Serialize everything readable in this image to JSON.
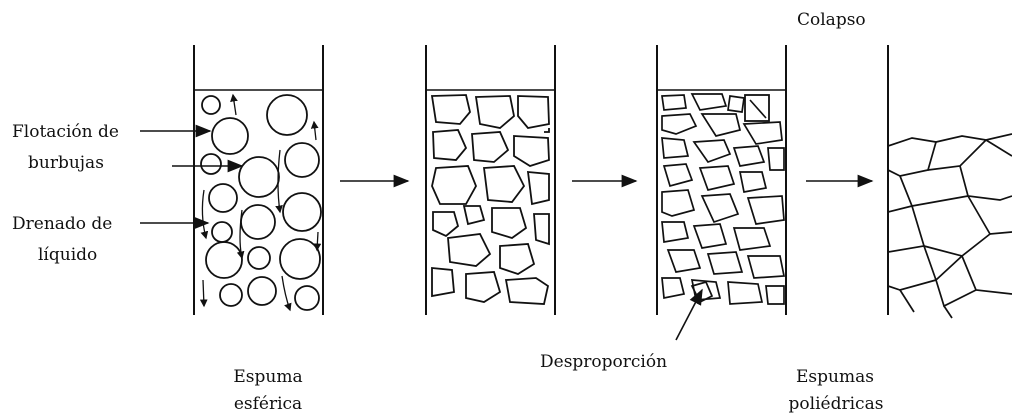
{
  "labels": {
    "flotacion_line1": "Flotación de",
    "flotacion_line2": "burbujas",
    "drenado_line1": "Drenado de",
    "drenado_line2": "líquido",
    "colapso": "Colapso",
    "desproporcion": "Desproporción",
    "espuma_esferica_line1": "Espuma",
    "espuma_esferica_line2": "esférica",
    "espumas_poliedricas_line1": "Espumas",
    "espumas_poliedricas_line2": "poliédricas"
  },
  "colors": {
    "ink": "#111111",
    "background": "#ffffff"
  }
}
